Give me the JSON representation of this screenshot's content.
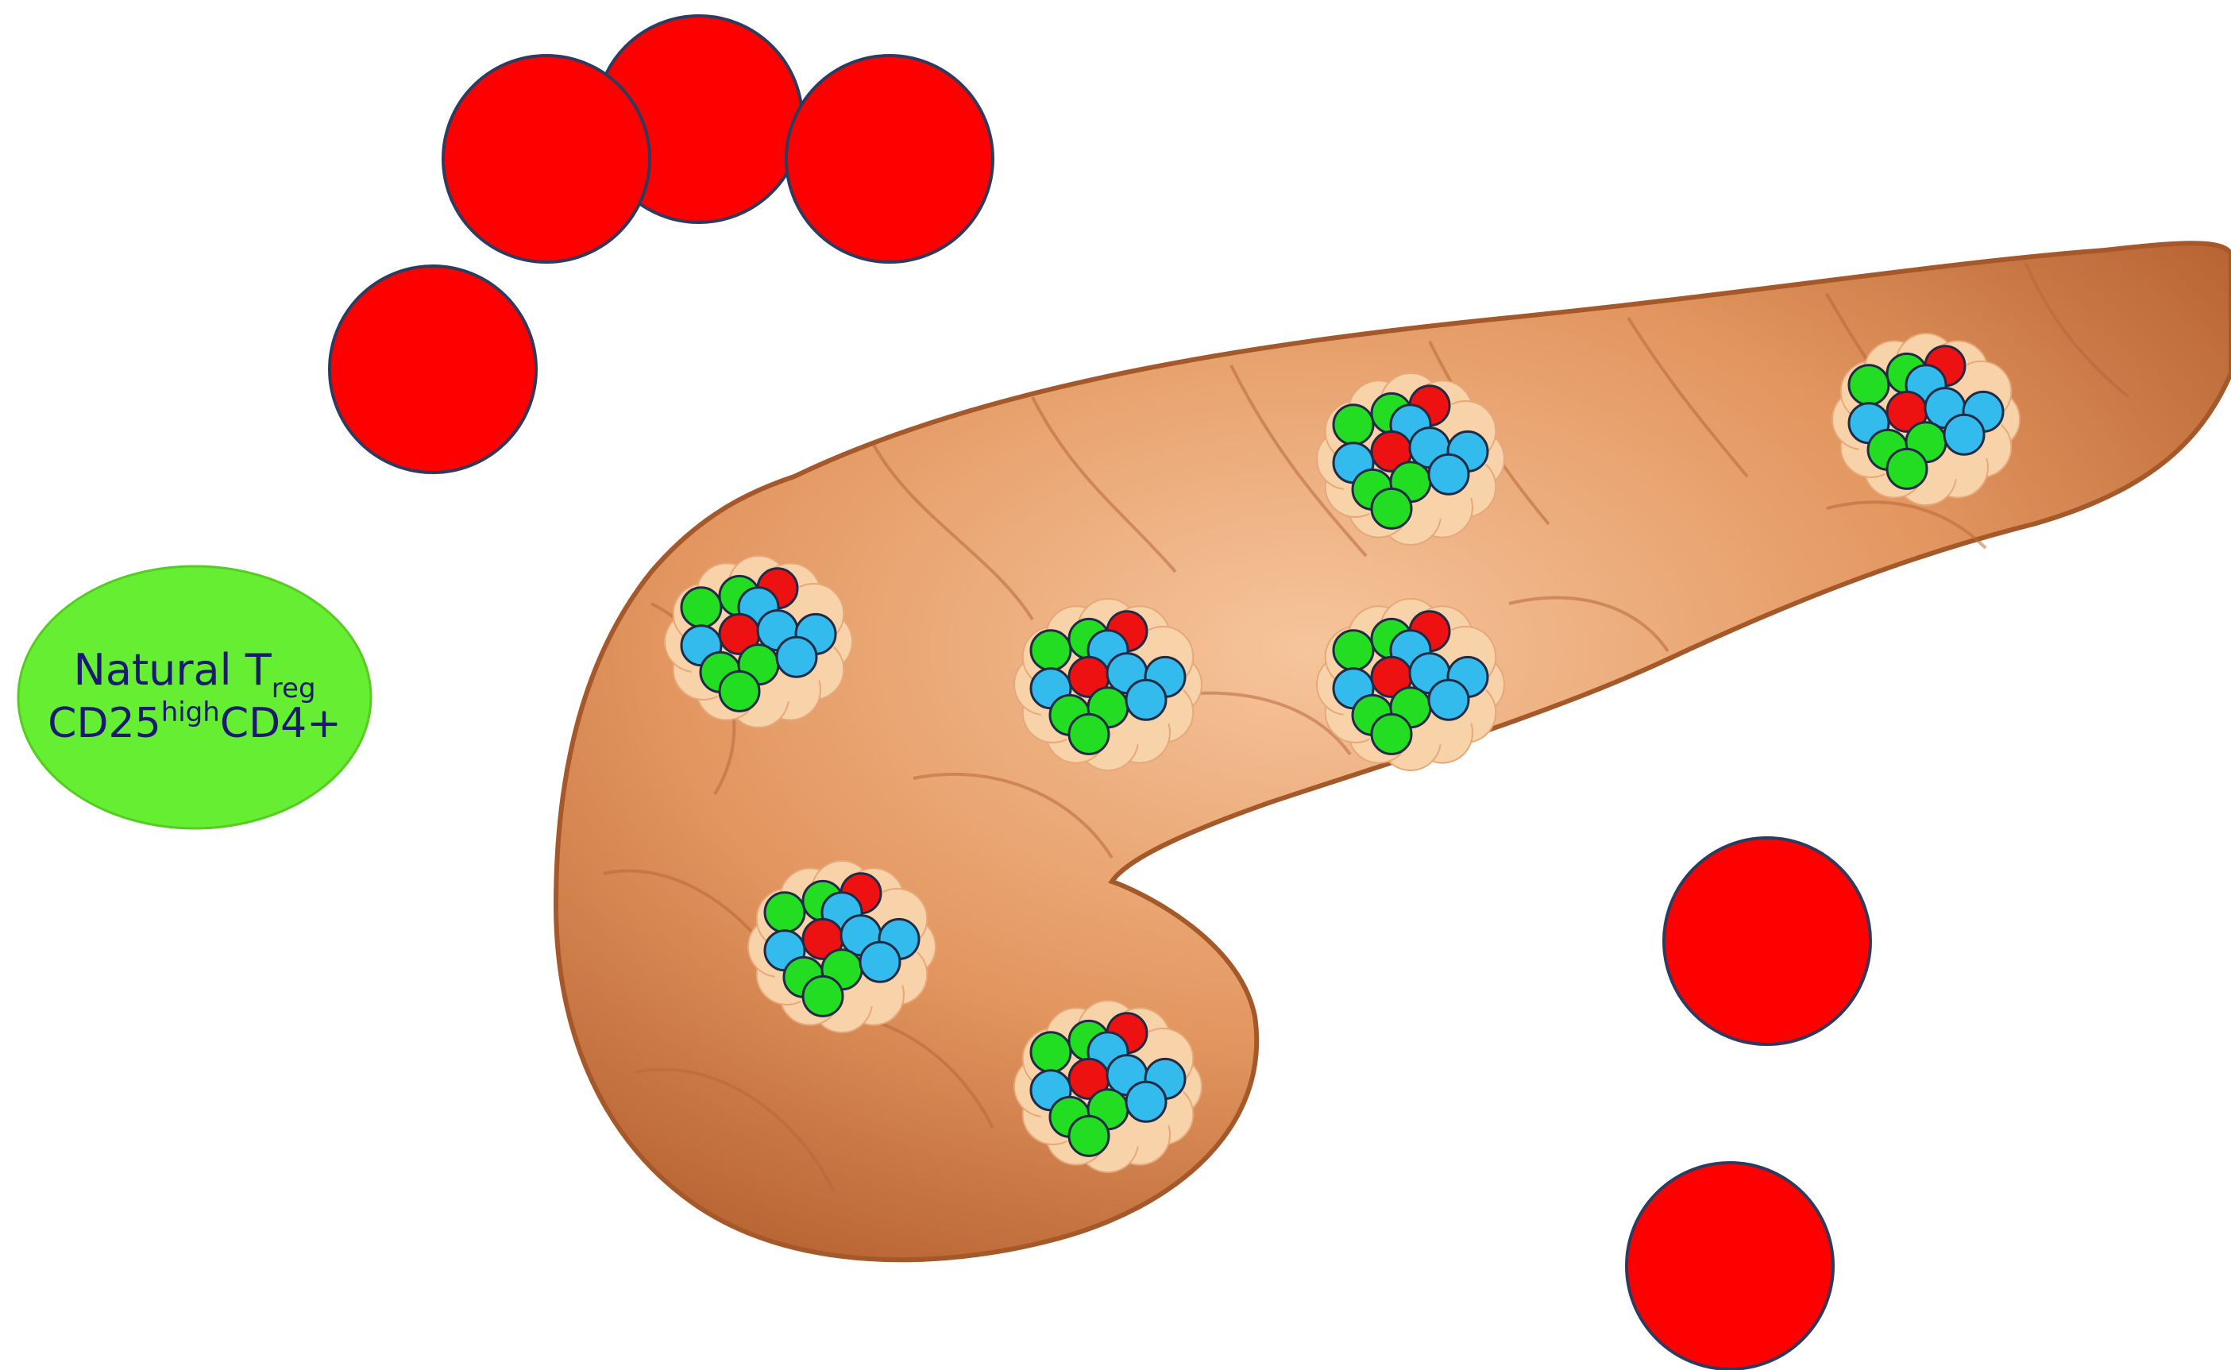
{
  "treg_label": {
    "line1_main": "Natural T",
    "line1_sub": "reg",
    "line2_a": "CD25",
    "line2_sup": "high",
    "line2_b": "CD4+"
  },
  "colors": {
    "red_cell": "#ff0000",
    "cell_outline": "#2f3b5e",
    "treg_fill": "#66ee33",
    "treg_text": "#1a1a6e",
    "pancreas_base": "#e59a62",
    "pancreas_dark": "#b8663a",
    "pancreas_light": "#f4c49a",
    "islet_halo": "#f8d2a8",
    "islet_green": "#22dd22",
    "islet_blue": "#33bbee",
    "islet_red": "#ee1111"
  },
  "icons": [
    "red-cell-icon",
    "pancreas-icon",
    "islet-icon",
    "treg-cell-icon"
  ]
}
